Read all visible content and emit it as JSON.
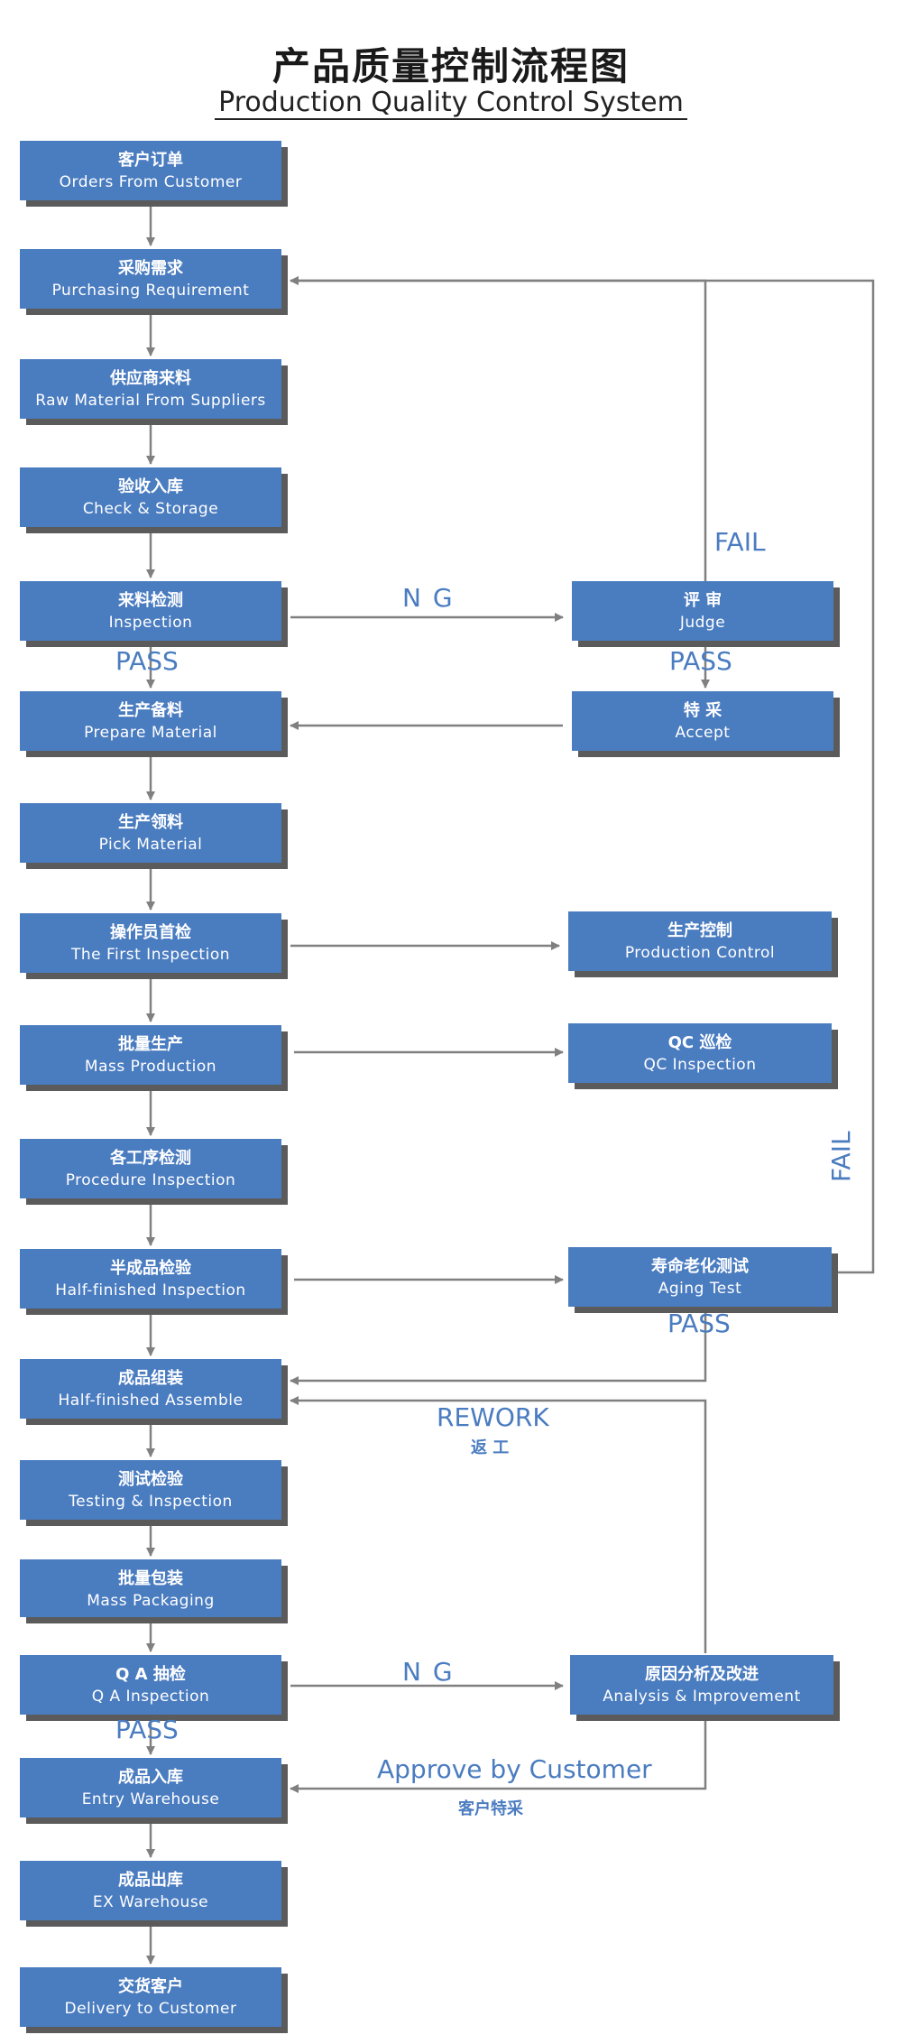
{
  "title": "产品质量控制流程图",
  "subtitle": "Production  Quality Control System",
  "steps": [
    {
      "zh": "客户订单",
      "en": "Orders  From  Customer"
    },
    {
      "zh": "采购需求",
      "en": "Purchasing  Requirement"
    },
    {
      "zh": "供应商来料",
      "en": "Raw  Material  From  Suppliers"
    },
    {
      "zh": "验收入库",
      "en": "Check  &  Storage"
    },
    {
      "zh": "来料检测",
      "en": "Inspection"
    },
    {
      "zh": "生产备料",
      "en": "Prepare  Material"
    },
    {
      "zh": "生产领料",
      "en": "Pick  Material"
    },
    {
      "zh": "操作员首检",
      "en": "The  First  Inspection"
    },
    {
      "zh": "批量生产",
      "en": "Mass  Production"
    },
    {
      "zh": "各工序检测",
      "en": "Procedure  Inspection"
    },
    {
      "zh": "半成品检验",
      "en": "Half-finished  Inspection"
    },
    {
      "zh": "成品组装",
      "en": "Half-finished  Assemble"
    },
    {
      "zh": "测试检验",
      "en": "Testing  &  Inspection"
    },
    {
      "zh": "批量包装",
      "en": "Mass  Packaging"
    },
    {
      "zh": "Q A  抽检",
      "en": "Q A  Inspection"
    },
    {
      "zh": "成品入库",
      "en": "Entry  Warehouse"
    },
    {
      "zh": "成品出库",
      "en": "EX  Warehouse"
    },
    {
      "zh": "交货客户",
      "en": "Delivery to Customer"
    }
  ],
  "side_boxes": {
    "judge": {
      "zh": "评      审",
      "en": "Judge"
    },
    "accept": {
      "zh": "特      采",
      "en": "Accept"
    },
    "production_control": {
      "zh": "生产控制",
      "en": "Production Control"
    },
    "qc_patrol": {
      "zh": "QC 巡检",
      "en": "QC  Inspection"
    },
    "aging_test": {
      "zh": "寿命老化测试",
      "en": "Aging  Test"
    },
    "analysis": {
      "zh": "原因分析及改进",
      "en": "Analysis & Improvement"
    }
  },
  "labels": {
    "ng_1": "N G",
    "pass_1": "PASS",
    "pass_judge": "PASS",
    "fail_1": "FAIL",
    "fail_2": "FAIL",
    "pass_aging": "PASS",
    "rework_en": "REWORK",
    "rework_zh": "返   工",
    "ng_2": "N G",
    "pass_qa": "PASS",
    "approve_en": "Approve by Customer",
    "approve_zh": "客户特采"
  },
  "colors": {
    "box_fill": "#4a7cc0",
    "box_shadow": "#5b5b5b",
    "connector": "#808080",
    "label_blue": "#4a7cc0"
  }
}
